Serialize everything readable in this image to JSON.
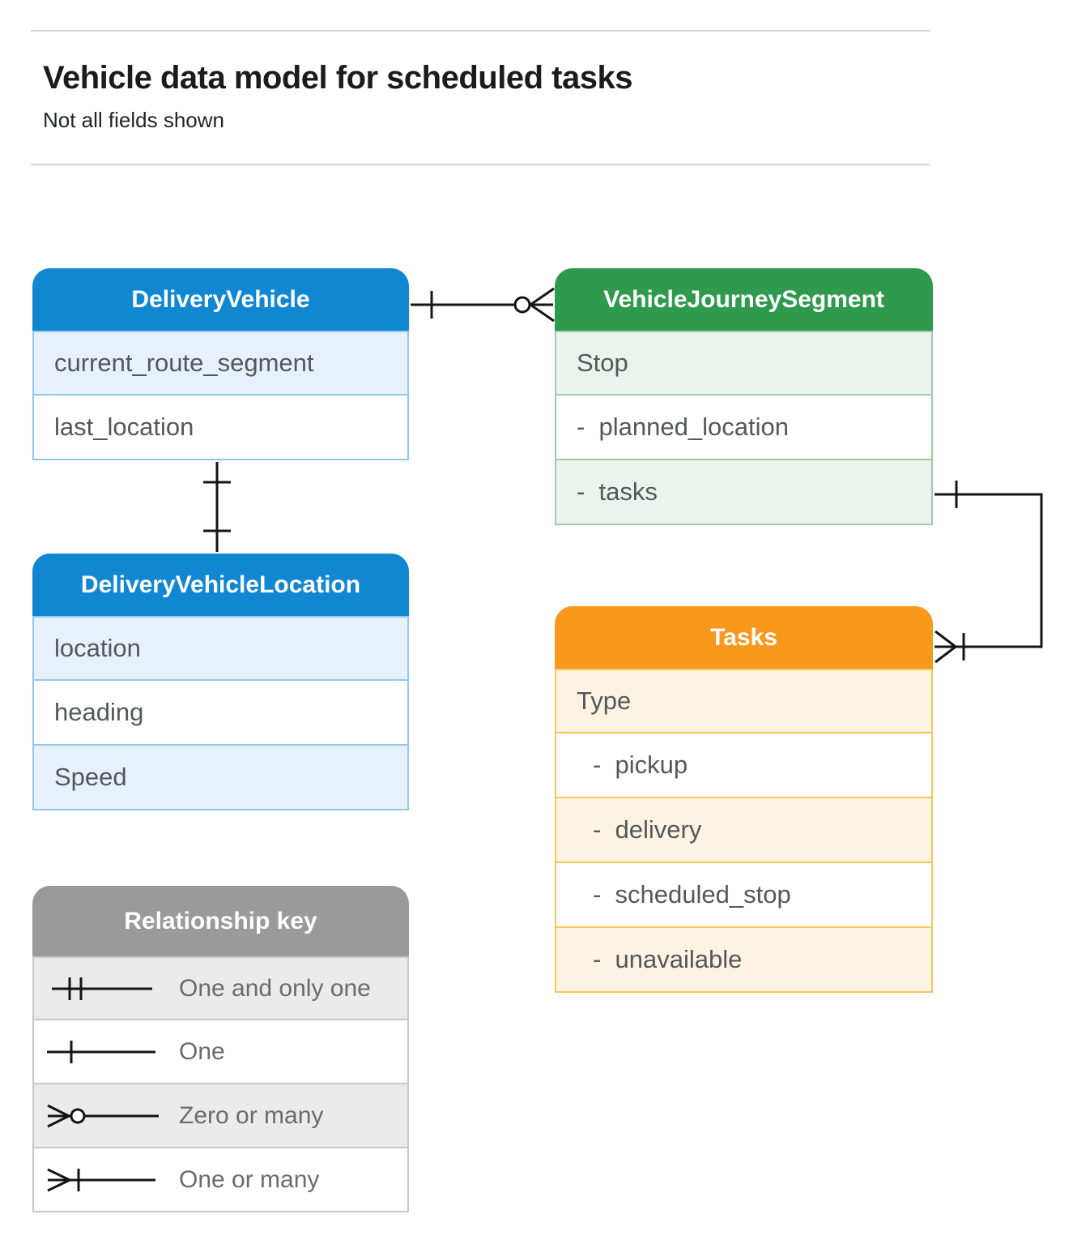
{
  "header": {
    "title": "Vehicle data model for scheduled tasks",
    "subtitle": "Not all fields shown"
  },
  "colors": {
    "blue_header": "#1187D2",
    "green_header": "#2F9A4E",
    "orange_header": "#F8991D",
    "gray_header": "#9A9A9A",
    "connector": "#141414"
  },
  "entities": {
    "delivery_vehicle": {
      "title": "DeliveryVehicle",
      "color": "#1187D2",
      "fields": [
        "current_route_segment",
        "last_location"
      ]
    },
    "vehicle_journey_segment": {
      "title": "VehicleJourneySegment",
      "color": "#2F9A4E",
      "fields": [
        "Stop",
        "-  planned_location",
        "-  tasks"
      ]
    },
    "delivery_vehicle_location": {
      "title": "DeliveryVehicleLocation",
      "color": "#1187D2",
      "fields": [
        "location",
        "heading",
        "Speed"
      ]
    },
    "tasks": {
      "title": "Tasks",
      "color": "#F8991D",
      "fields": [
        "Type",
        "-  pickup",
        "-  delivery",
        "-  scheduled_stop",
        "-  unavailable"
      ]
    }
  },
  "relationships": [
    {
      "from": "DeliveryVehicle",
      "to": "VehicleJourneySegment",
      "from_cardinality": "one",
      "to_cardinality": "zero-or-many"
    },
    {
      "from": "DeliveryVehicle",
      "to": "DeliveryVehicleLocation",
      "from_cardinality": "one",
      "to_cardinality": "one"
    },
    {
      "from": "VehicleJourneySegment.tasks",
      "to": "Tasks",
      "from_cardinality": "one",
      "to_cardinality": "one-or-many"
    }
  ],
  "legend": {
    "title": "Relationship key",
    "color": "#9A9A9A",
    "items": [
      {
        "symbol": "one-and-only-one",
        "label": "One and only one"
      },
      {
        "symbol": "one",
        "label": "One"
      },
      {
        "symbol": "zero-or-many",
        "label": "Zero or many"
      },
      {
        "symbol": "one-or-many",
        "label": "One or many"
      }
    ]
  }
}
